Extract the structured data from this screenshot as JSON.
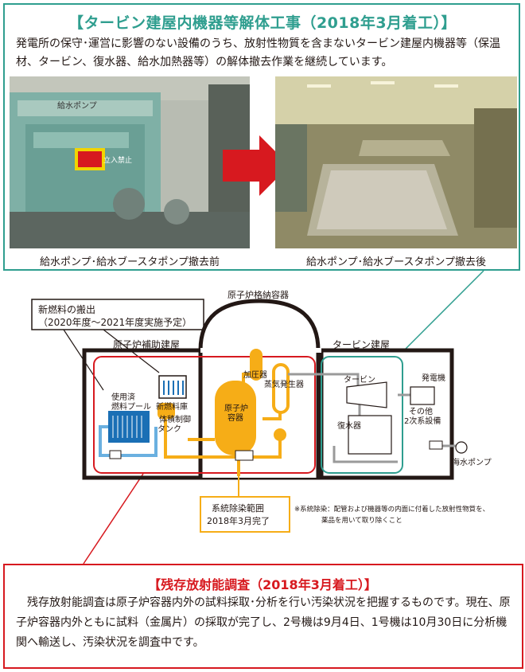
{
  "top": {
    "title": "【タービン建屋内機器等解体工事（2018年3月着工）】",
    "description": "発電所の保守･運営に影響のない設備のうち、放射性物質を含まないタービン建屋内機器等（保温材、タービン、復水器、給水加熱器等）の解体撤去作業を継続しています。",
    "photo_left_sign": "給水ポンプ",
    "photo_left_plate": "立入禁止",
    "caption_left": "給水ポンプ･給水ブースタポンプ撤去前",
    "caption_right": "給水ポンプ･給水ブースタポンプ撤去後"
  },
  "diagram": {
    "reactor_containment": "原子炉格納容器",
    "new_fuel_callout": "新燃料の搬出",
    "new_fuel_schedule": "（2020年度～2021年度実施予定）",
    "aux_building": "原子炉補助建屋",
    "turbine_building": "タービン建屋",
    "spent_fuel_pool_1": "使用済",
    "spent_fuel_pool_2": "燃料プール",
    "new_fuel_storage": "新燃料庫",
    "vct_1": "体積制御",
    "vct_2": "タンク",
    "pressurizer": "加圧器",
    "steam_generator": "蒸気発生器",
    "reactor_vessel_1": "原子炉",
    "reactor_vessel_2": "容器",
    "turbine": "タービン",
    "generator": "発電機",
    "condenser": "復水器",
    "secondary_1": "その他",
    "secondary_2": "2次系設備",
    "seawater_pump": "海水ポンプ",
    "decon_range": "系統除染範囲",
    "decon_done": "2018年3月完了",
    "note_1": "※系統除染：配管および機器等の内面に付着した放射性物質を、",
    "note_2": "薬品を用いて取り除くこと"
  },
  "bottom": {
    "title": "【残存放射能調査（2018年3月着工）】",
    "description": "残存放射能調査は原子炉容器内外の試料採取･分析を行い汚染状況を把握するものです。現在、原子炉容器内外ともに試料（金属片）の採取が完了し、2号機は9月4日、1号機は10月30日に分析機関へ輸送し、汚染状況を調査中です。"
  },
  "colors": {
    "green": "#2f9e8f",
    "red": "#d7191f",
    "yellow": "#f6ad17",
    "blue": "#1a6fb5"
  }
}
